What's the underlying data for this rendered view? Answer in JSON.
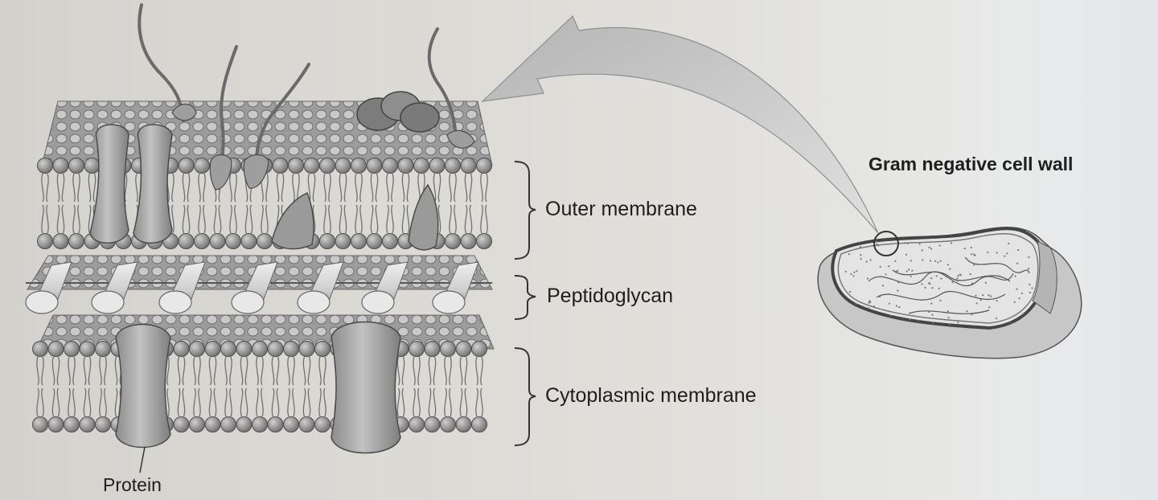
{
  "diagram": {
    "title": "Gram negative cell wall",
    "layers": [
      {
        "id": "outer",
        "label": "Outer membrane"
      },
      {
        "id": "pg",
        "label": "Peptidoglycan"
      },
      {
        "id": "cyto",
        "label": "Cytoplasmic membrane"
      }
    ],
    "callouts": [
      {
        "id": "protein",
        "label": "Protein"
      }
    ]
  },
  "colors": {
    "ink": "#1e1e1e",
    "head": "#8a8a8a",
    "protein": "#a9a9a9",
    "rod": "#d6d6d6",
    "arrow": "#c8c8c8",
    "cell_fill": "#c9c9c9",
    "cytoplasm": "#e6e6e6"
  }
}
